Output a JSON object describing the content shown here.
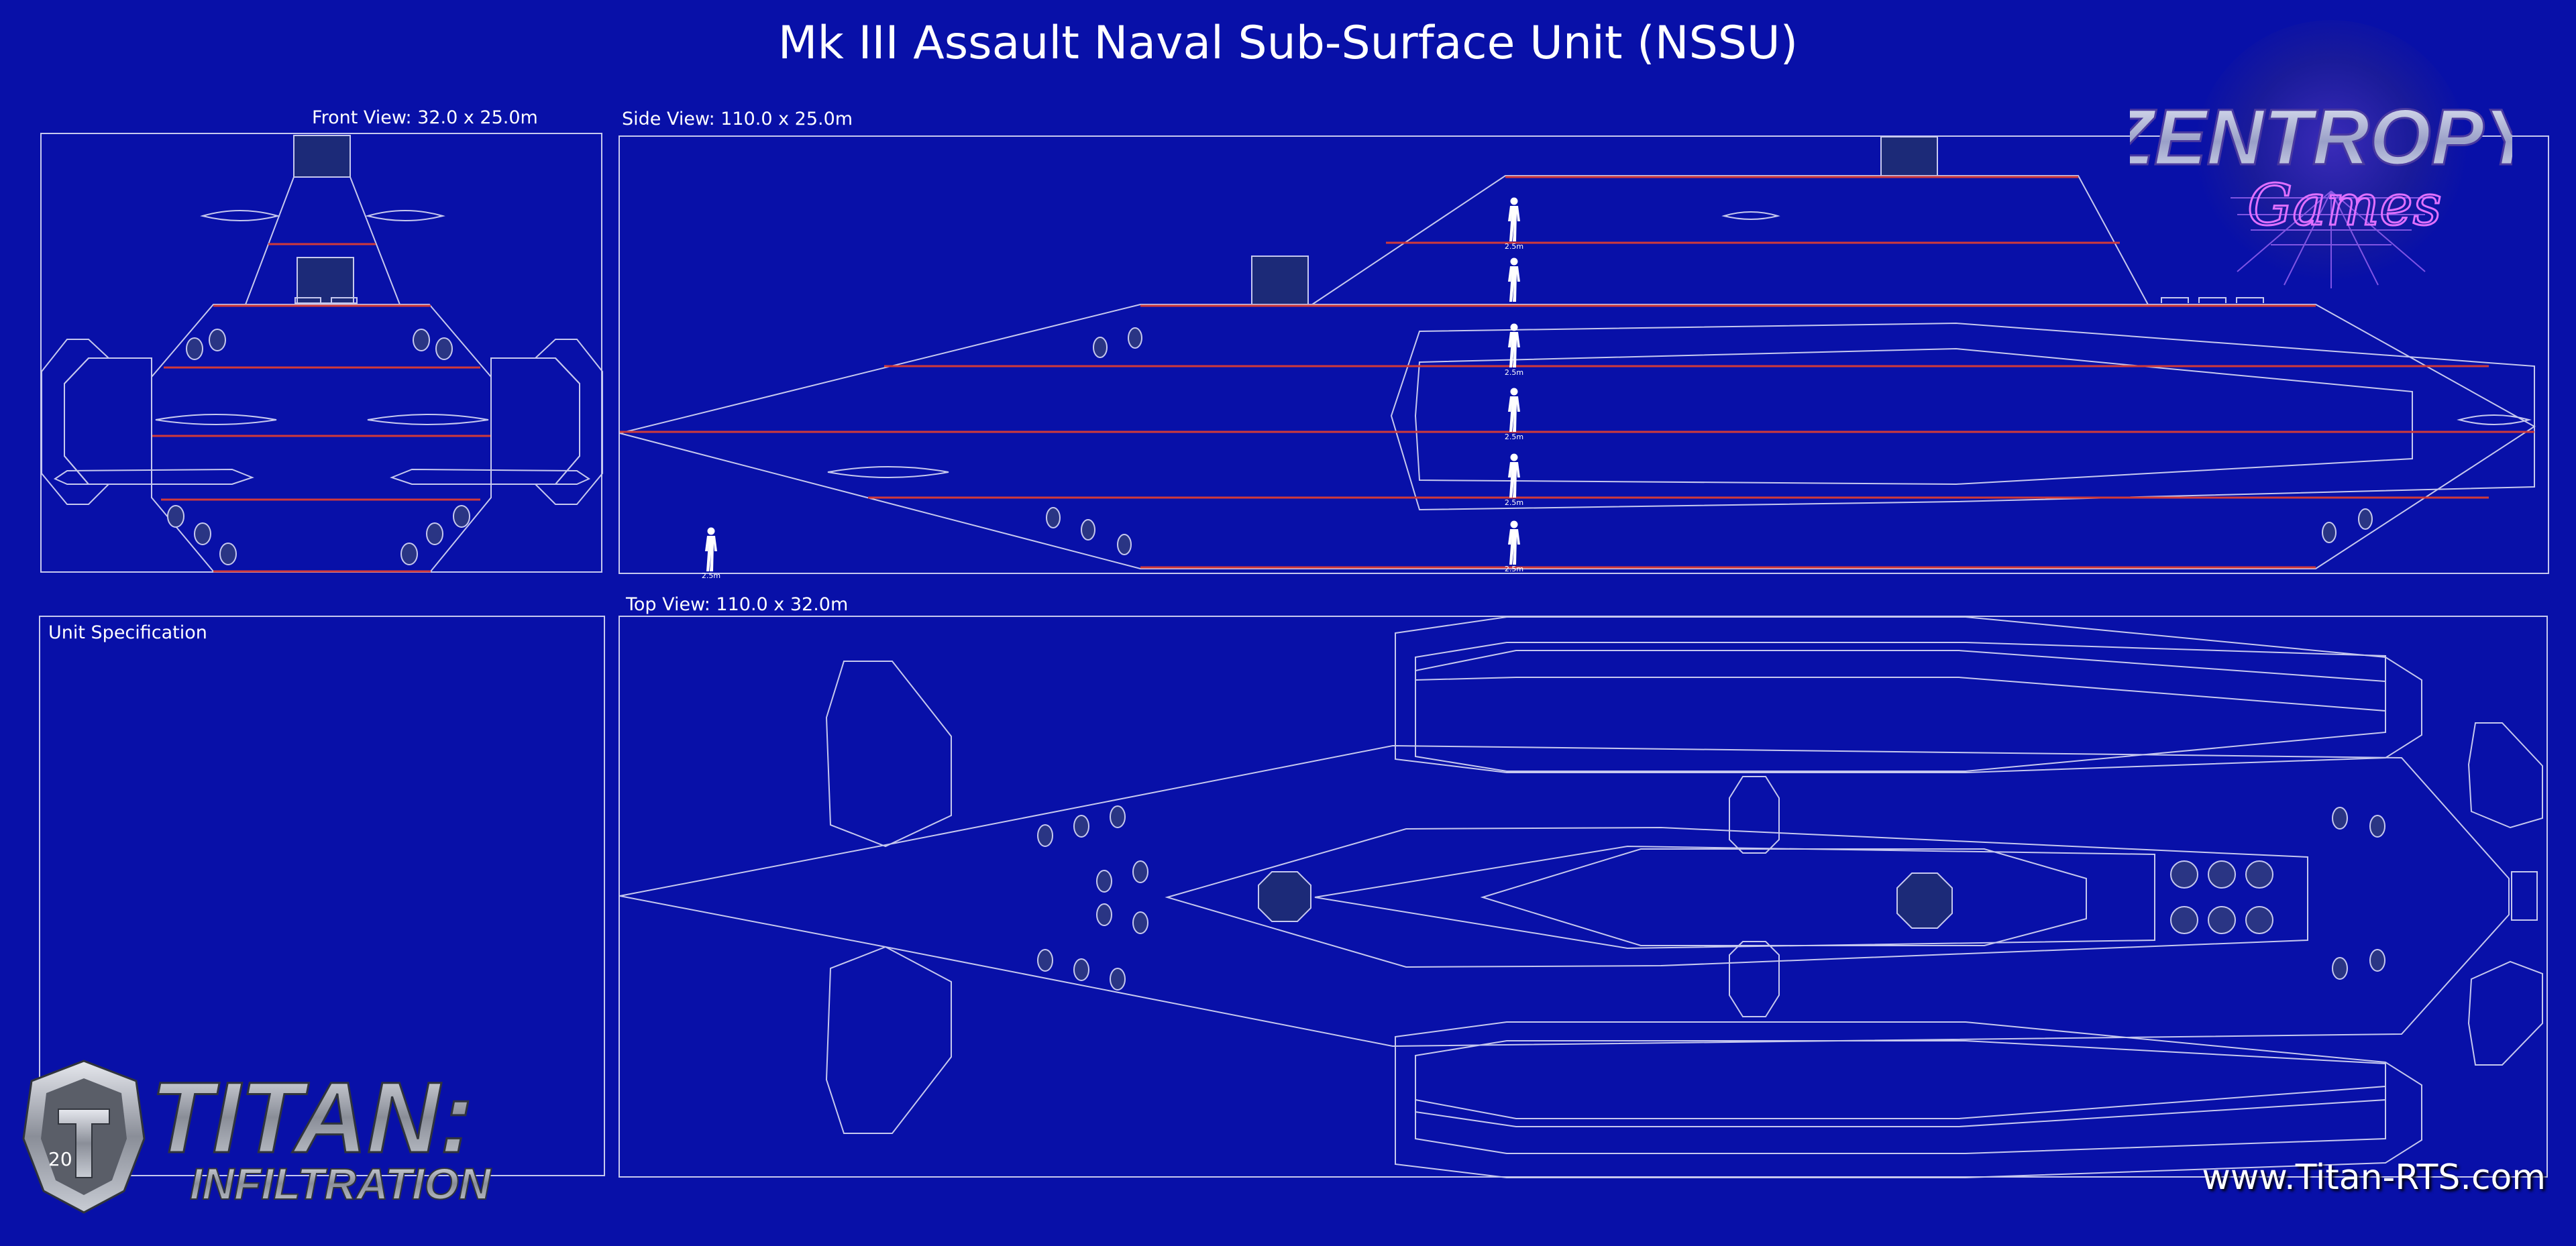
{
  "title": "Mk III Assault Naval Sub-Surface Unit (NSSU)",
  "views": {
    "front": {
      "label": "Front View: 32.0 x 25.0m"
    },
    "side": {
      "label": "Side View: 110.0 x 25.0m"
    },
    "top": {
      "label": "Top View: 110.0 x 32.0m"
    }
  },
  "spec_panel": {
    "label": "Unit Specification"
  },
  "scale_figure_label": "2.5m",
  "brand_top_right": {
    "line1": "ZENTROPY",
    "line2": "Games"
  },
  "brand_bottom_left": {
    "line1": "TITAN:",
    "line2": "INFILTRATION"
  },
  "year": "20",
  "website": "www.Titan-RTS.com",
  "colors": {
    "background": "#0810a8",
    "line": "#c6c8ee",
    "deck_line": "#d03a3a",
    "fill_dark": "#1c2a78"
  }
}
